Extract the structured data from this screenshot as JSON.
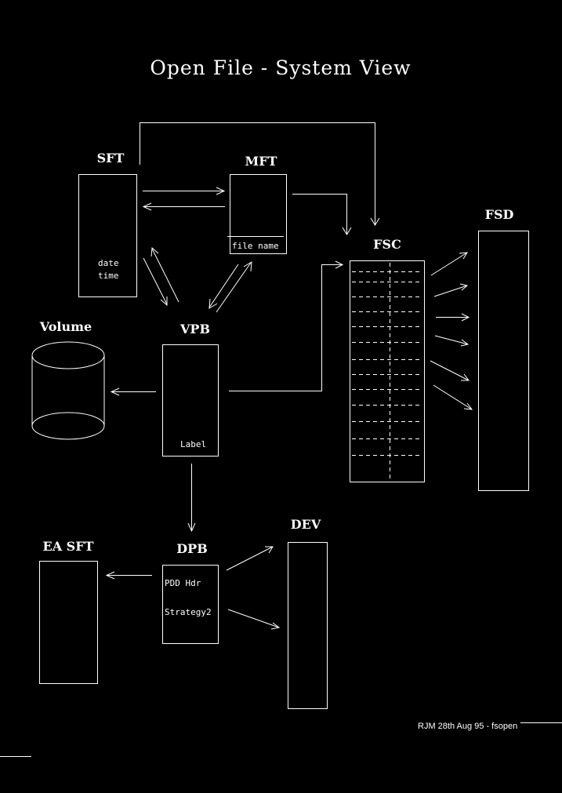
{
  "title": "Open File - System View",
  "labels": {
    "sft": "SFT",
    "mft": "MFT",
    "fsc": "FSC",
    "fsd": "FSD",
    "volume": "Volume",
    "vpb": "VPB",
    "dev": "DEV",
    "ea_sft": "EA SFT",
    "dpb": "DPB"
  },
  "fields": {
    "sft_date": "date",
    "sft_time": "time",
    "mft_file_name": "file name",
    "vpb_label": "Label",
    "dpb_pdd_hdr": "PDD Hdr",
    "dpb_strategy": "Strategy2"
  },
  "footer": "RJM 28th Aug 95 - fsopen"
}
